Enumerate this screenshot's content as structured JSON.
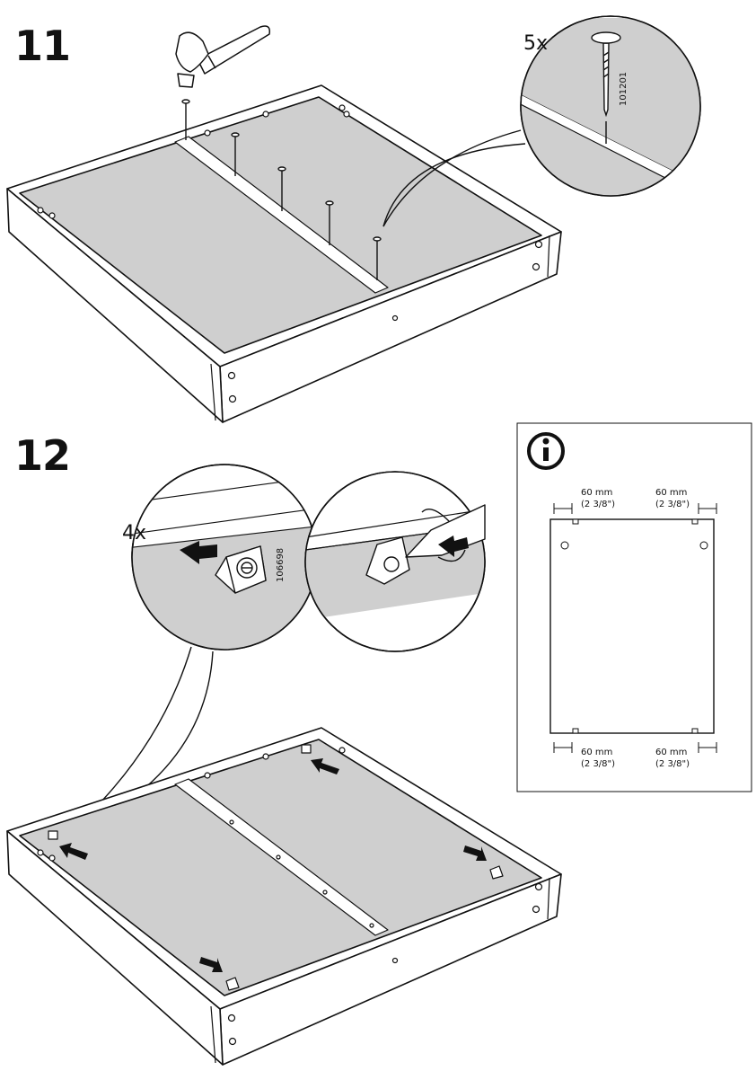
{
  "steps": [
    {
      "number": "11",
      "callout_qty": "5x",
      "part_number": "101201"
    },
    {
      "number": "12",
      "callout_qty": "4x",
      "part_number": "106698"
    }
  ],
  "info_panel": {
    "icon": "info-circle-icon",
    "dim_top_left": {
      "mm": "60 mm",
      "inch": "(2 3/8\")"
    },
    "dim_top_right": {
      "mm": "60 mm",
      "inch": "(2 3/8\")"
    },
    "dim_bottom_left": {
      "mm": "60 mm",
      "inch": "(2 3/8\")"
    },
    "dim_bottom_right": {
      "mm": "60 mm",
      "inch": "(2 3/8\")"
    }
  },
  "colors": {
    "panel_gray": "#cfcfcf",
    "line": "#111111",
    "frame_light": "#ffffff"
  }
}
